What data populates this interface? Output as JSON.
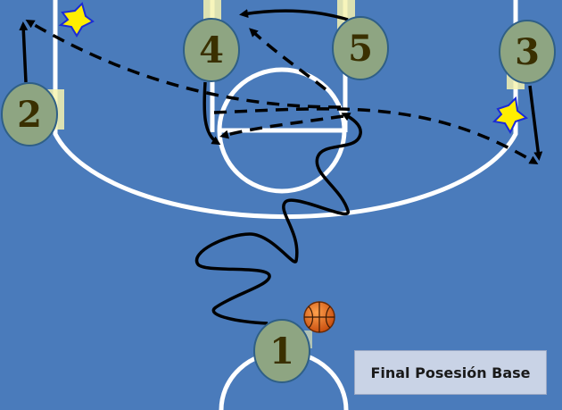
{
  "diagram": {
    "caption": "Final Posesión Base",
    "players": [
      {
        "id": "p1",
        "label": "1"
      },
      {
        "id": "p2",
        "label": "2"
      },
      {
        "id": "p3",
        "label": "3"
      },
      {
        "id": "p4",
        "label": "4"
      },
      {
        "id": "p5",
        "label": "5"
      }
    ],
    "colors": {
      "court": "#4a7bbb",
      "lines": "#ffffff",
      "player_fill": "#8ea582",
      "player_stroke": "#2f5f86",
      "player_text": "#3a3000",
      "highlight": "#f6f3b0",
      "screen_star": "#ffee00",
      "ball": "#e86a1c",
      "caption_bg": "#c9d3e6"
    },
    "icons": [
      "basketball-icon",
      "screen-star-icon"
    ]
  }
}
